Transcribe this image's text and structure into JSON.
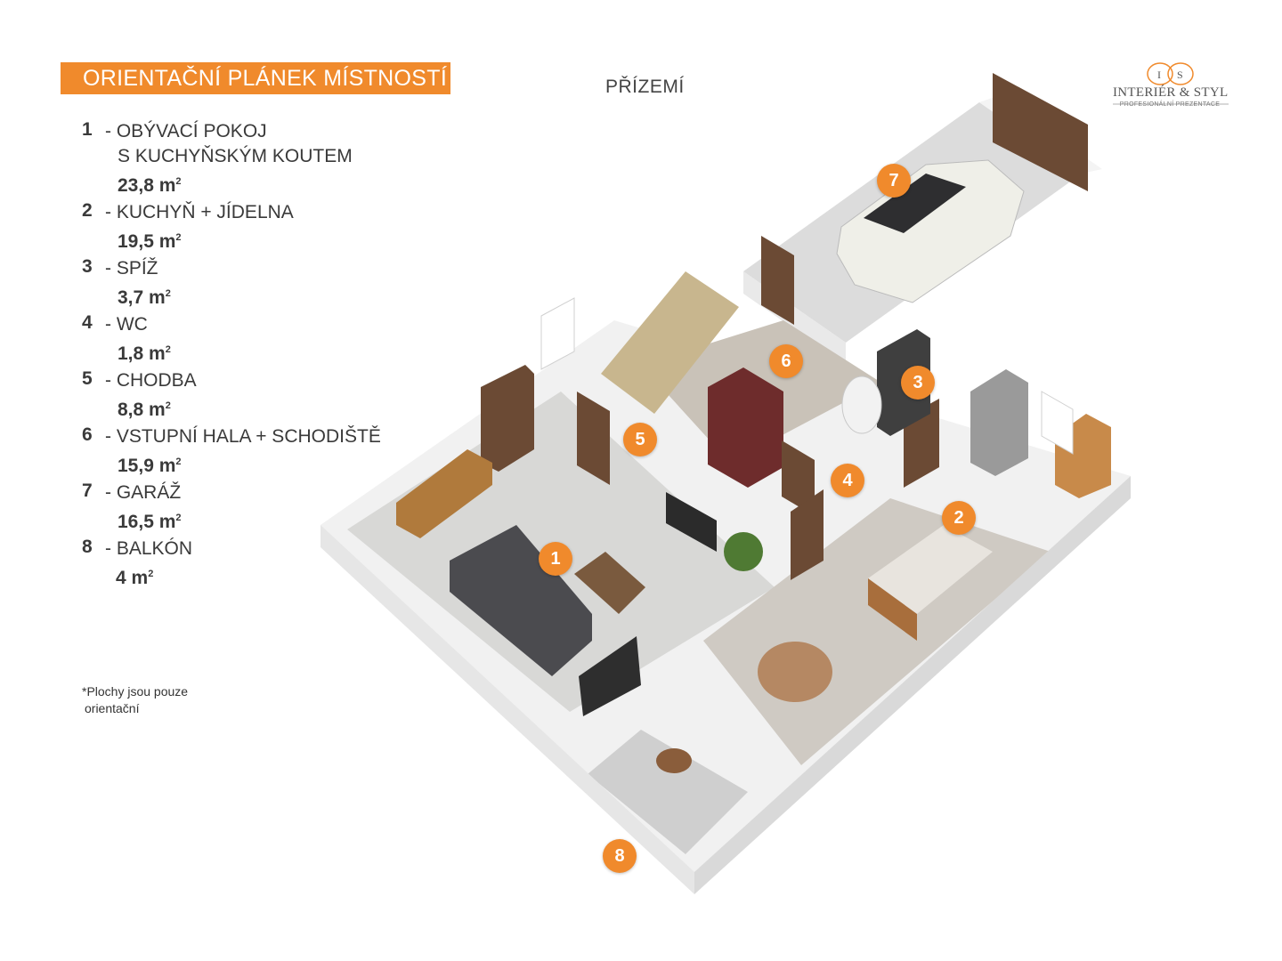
{
  "header": {
    "banner": "ORIENTAČNÍ PLÁNEK MÍSTNOSTÍ",
    "floor": "PŘÍZEMÍ"
  },
  "logo": {
    "monogram_left": "I",
    "monogram_right": "S",
    "name": "INTERIÉR & STYL",
    "tagline": "PROFESIONÁLNÍ PREZENTACE"
  },
  "rooms": [
    {
      "num": "1",
      "name": "- OBÝVACÍ POKOJ",
      "name2": "S KUCHYŇSKÝM KOUTEM",
      "area": "23,8 m",
      "sup": "2"
    },
    {
      "num": "2",
      "name": "- KUCHYŇ + JÍDELNA",
      "name2": "",
      "area": "19,5 m",
      "sup": "2"
    },
    {
      "num": "3",
      "name": "- SPÍŽ",
      "name2": "",
      "area": "3,7 m",
      "sup": "2"
    },
    {
      "num": "4",
      "name": "- WC",
      "name2": "",
      "area": "1,8 m",
      "sup": "2"
    },
    {
      "num": "5",
      "name": "- CHODBA",
      "name2": "",
      "area": "8,8 m",
      "sup": "2"
    },
    {
      "num": "6",
      "name": "- VSTUPNÍ HALA + SCHODIŠTĚ",
      "name2": "",
      "area": "15,9 m",
      "sup": "2"
    },
    {
      "num": "7",
      "name": "- GARÁŽ",
      "name2": "",
      "area": "16,5 m",
      "sup": "2"
    },
    {
      "num": "8",
      "name": "- BALKÓN",
      "name2": "",
      "area": "4 m",
      "sup": "2"
    }
  ],
  "note": {
    "line1": "*Plochy jsou pouze",
    "line2": "orientační"
  },
  "markers": [
    "1",
    "2",
    "3",
    "4",
    "5",
    "6",
    "7",
    "8"
  ],
  "colors": {
    "accent": "#f08a2c",
    "wall": "#f2f2f2",
    "floor_living": "#d9d9d7",
    "floor_tile": "#cfcac4",
    "wood": "#6b4a34"
  }
}
